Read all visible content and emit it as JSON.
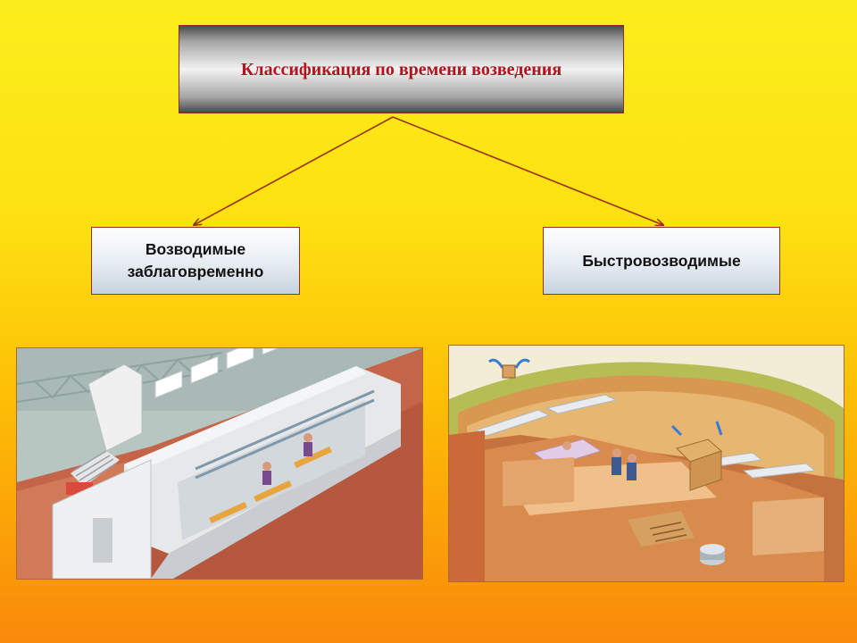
{
  "diagram": {
    "title": "Классификация по времени возведения",
    "children": [
      {
        "label": "Возводимые заблаговременно"
      },
      {
        "label": "Быстровозводимые"
      }
    ]
  },
  "colors": {
    "title_text": "#b4121c",
    "arrow": "#9c3214",
    "box_border": "#9c3214",
    "background_top": "#fcee1c",
    "background_bottom": "#f98a0a"
  },
  "illustrations": [
    {
      "subject": "underground shelter built in advance (cutaway)"
    },
    {
      "subject": "quick-build shelter (cutaway)"
    }
  ]
}
